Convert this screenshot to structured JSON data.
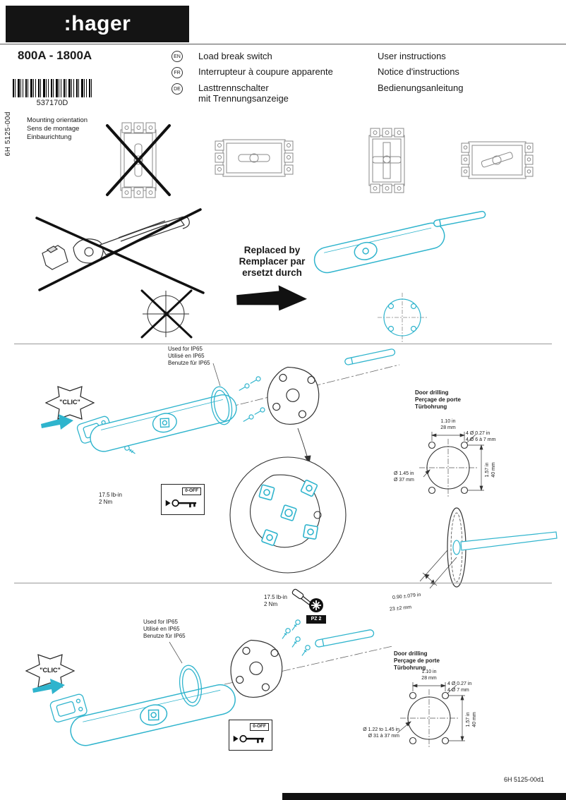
{
  "page": {
    "side_ref": "6H 5125-00d",
    "footer_ref": "6H 5125-00d1"
  },
  "header": {
    "logo": ":hager",
    "title": "800A - 1800A",
    "barcode_text": "537170D",
    "languages": [
      {
        "code": "EN",
        "product_line1": "Load break switch",
        "product_line2": "",
        "doc": "User instructions"
      },
      {
        "code": "FR",
        "product_line1": "Interrupteur à coupure apparente",
        "product_line2": "",
        "doc": "Notice d'instructions"
      },
      {
        "code": "DE",
        "product_line1": "Lasttrennschalter",
        "product_line2": "mit Trennungsanzeige",
        "doc": "Bedienungsanleitung"
      }
    ]
  },
  "mounting": {
    "line1": "Mounting orientation",
    "line2": "Sens de montage",
    "line3": "Einbaurichtung"
  },
  "replaced": {
    "line1": "Replaced by",
    "line2": "Remplacer par",
    "line3": "ersetzt durch"
  },
  "mid": {
    "ip65_line1": "Used for IP65",
    "ip65_line2": "Utilisé en IP65",
    "ip65_line3": "Benutze für IP65",
    "clic": "\"CLIC\"",
    "torque_line1": "17.5 lb-in",
    "torque_line2": "2 Nm",
    "keylock": "0-OFF",
    "drill_line1": "Door drilling",
    "drill_line2": "Perçage de porte",
    "drill_line3": "Türbohrung",
    "dim_width_in": "1.10 in",
    "dim_width_mm": "28 mm",
    "dim_holes_in": "4 Ø 0.27 in",
    "dim_holes_mm": "4 Ø 6 à 7 mm",
    "dim_center_in": "Ø 1.45 in",
    "dim_center_mm": "Ø 37 mm",
    "dim_height_in": "1.57 in",
    "dim_height_mm": "40 mm",
    "dim_depth_in": "0.90 ±.079 in",
    "dim_depth_mm": "23 ±2 mm"
  },
  "bottom": {
    "torque_line1": "17.5 lb-in",
    "torque_line2": "2 Nm",
    "screwdriver": "PZ 2",
    "ip65_line1": "Used for IP65",
    "ip65_line2": "Utilisé en IP65",
    "ip65_line3": "Benutze für IP65",
    "clic": "\"CLIC\"",
    "keylock": "0-OFF",
    "drill_line1": "Door drilling",
    "drill_line2": "Perçage de porte",
    "drill_line3": "Türbohrung",
    "dim_width_in": "1.10 in",
    "dim_width_mm": "28 mm",
    "dim_holes_in": "4 Ø 0.27 in",
    "dim_holes_mm": "4 Ø 7 mm",
    "dim_center_in": "Ø 1.22 to 1.45 in",
    "dim_center_mm": "Ø 31 à 37 mm",
    "dim_height_in": "1.57 in",
    "dim_height_mm": "40 mm"
  },
  "colors": {
    "accent": "#2fb4cd",
    "ink": "#1a1a1a"
  }
}
